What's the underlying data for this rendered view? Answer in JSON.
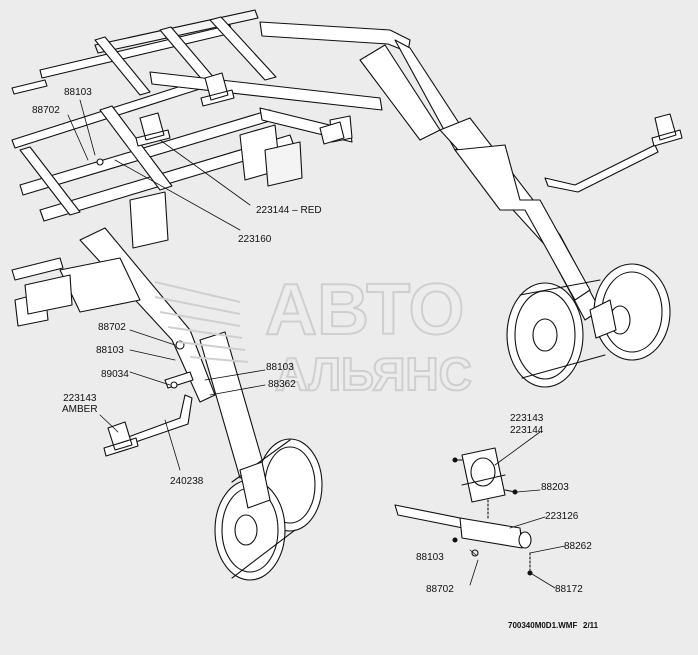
{
  "labels": {
    "p88103_a": "88103",
    "p88702_a": "88702",
    "p223144_red": "223144 – RED",
    "p223160": "223160",
    "p88702_b": "88702",
    "p88103_b": "88103",
    "p89034": "89034",
    "p88103_c": "88103",
    "p88362": "88362",
    "p223143_amber": "223143\nAMBER",
    "p240238": "240238",
    "d223143": "223143",
    "d223144": "223144",
    "d88203": "88203",
    "d223126": "223126",
    "d88262": "88262",
    "d88103": "88103",
    "d88702": "88702",
    "d88172": "88172"
  },
  "watermark": {
    "line1": "АВТО",
    "line2": "АЛЬЯНС"
  },
  "footer": {
    "file": "700340M0D1.WMF",
    "page": "2/11"
  },
  "colors": {
    "background": "#ececec",
    "ink": "#111111",
    "watermark": "#cfcfcf"
  }
}
